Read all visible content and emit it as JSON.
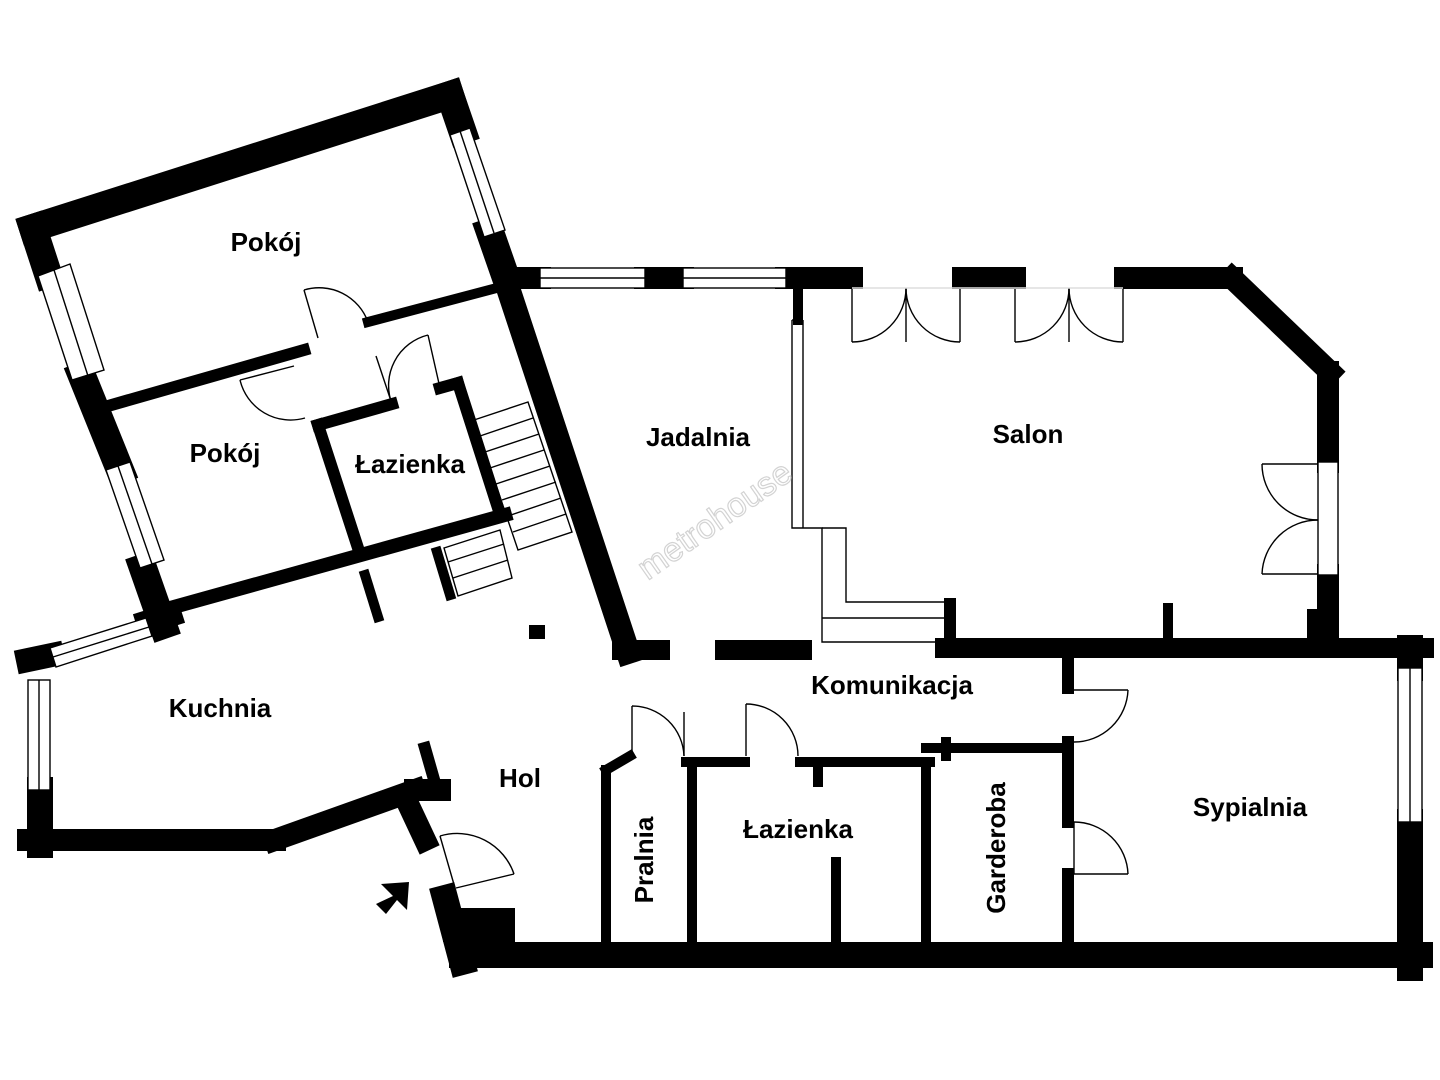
{
  "rooms": {
    "pokoj_top": "Pokój",
    "pokoj_mid": "Pokój",
    "lazienka_top": "Łazienka",
    "jadalnia": "Jadalnia",
    "salon": "Salon",
    "kuchnia": "Kuchnia",
    "hol": "Hol",
    "komunikacja": "Komunikacja",
    "pralnia": "Pralnia",
    "lazienka_bottom": "Łazienka",
    "garderoba": "Garderoba",
    "sypialnia": "Sypialnia"
  },
  "watermark": "metrohouse",
  "icons": {
    "entrance": "entrance-arrow-icon"
  },
  "colors": {
    "wall": "#000000",
    "background": "#ffffff",
    "window": "#ffffff",
    "watermark": "#d3d3d3"
  }
}
